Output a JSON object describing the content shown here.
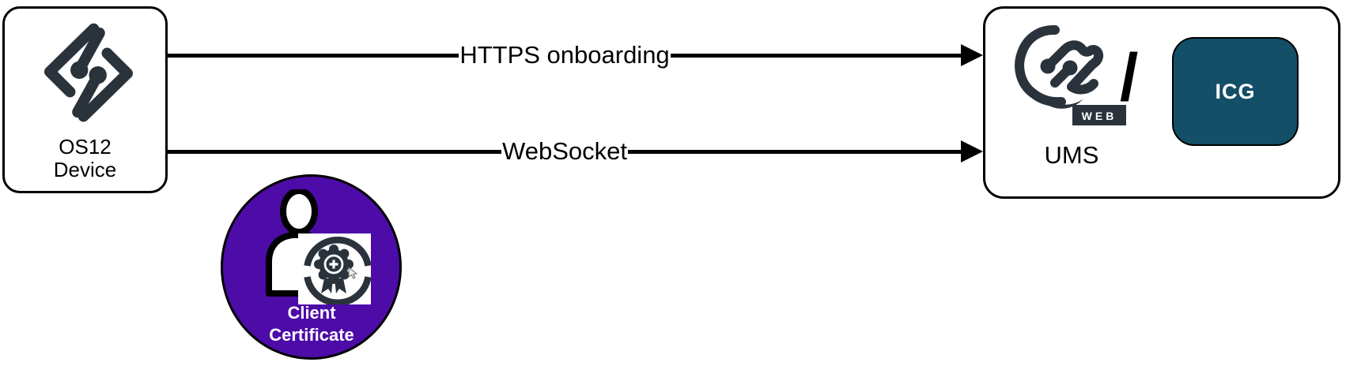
{
  "colors": {
    "logo_dark": "#2a333c",
    "certificate_purple": "#4d0ba8",
    "icg_teal": "#134f66",
    "line_black": "#000000"
  },
  "icons": {
    "device_logo": "igel-os-logo",
    "ums_logo": "igel-web-logo",
    "certificate_icon": "user-certificate-icon"
  },
  "device_node": {
    "label_line1": "OS12",
    "label_line2": "Device"
  },
  "connections": [
    {
      "label": "HTTPS onboarding"
    },
    {
      "label": "WebSocket"
    }
  ],
  "certificate_badge": {
    "label_line1": "Client",
    "label_line2": "Certificate"
  },
  "server_node": {
    "web_badge": "WEB",
    "separator": "/",
    "icg_label": "ICG",
    "name": "UMS"
  }
}
